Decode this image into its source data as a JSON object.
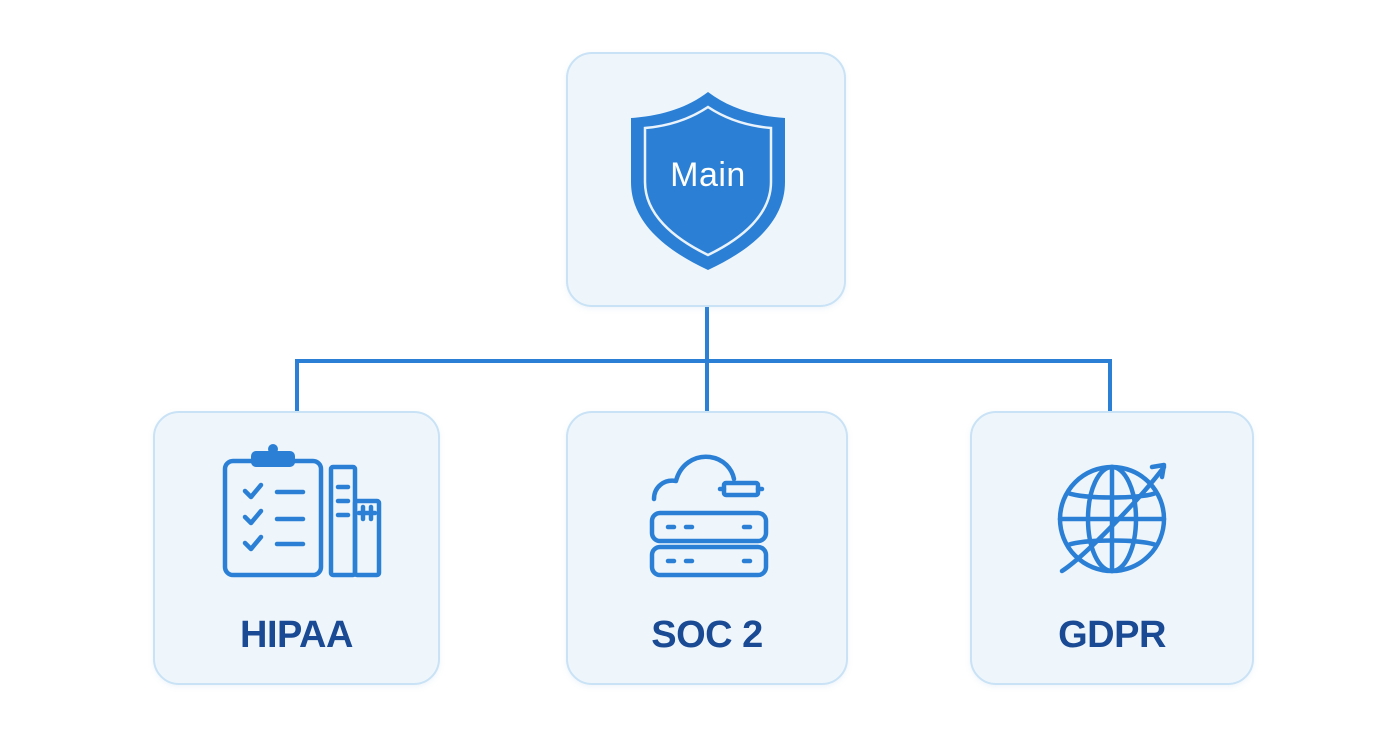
{
  "diagram": {
    "root": {
      "label": "Main",
      "icon": "shield-icon"
    },
    "children": [
      {
        "label": "HIPAA",
        "icon": "clipboard-checklist-icon"
      },
      {
        "label": "SOC 2",
        "icon": "cloud-server-icon"
      },
      {
        "label": "GDPR",
        "icon": "globe-icon"
      }
    ]
  },
  "colors": {
    "primary": "#2b80d6",
    "label": "#1a4a93",
    "node_fill": "#eef6fc",
    "node_border": "#c9e2f5"
  }
}
